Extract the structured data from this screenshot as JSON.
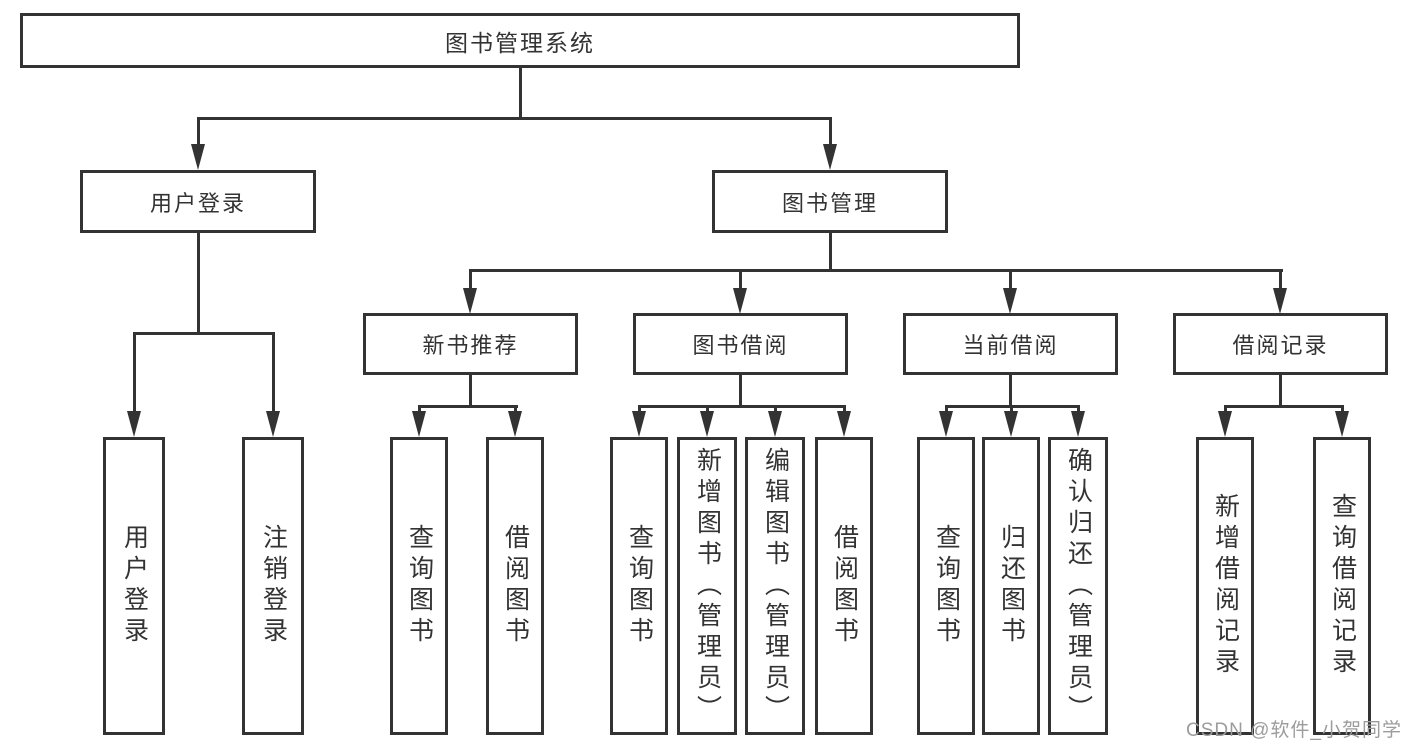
{
  "colors": {
    "ink": "#333333",
    "background": "#ffffff",
    "watermark": "#9c9c9c"
  },
  "watermark": {
    "text": "CSDN @软件_小贺同学"
  },
  "tree": {
    "root": "图书管理系统",
    "branches": [
      {
        "label": "用户登录",
        "children": [
          "用户登录",
          "注销登录"
        ]
      },
      {
        "label": "图书管理",
        "groups": [
          {
            "label": "新书推荐",
            "children": [
              "查询图书",
              "借阅图书"
            ]
          },
          {
            "label": "图书借阅",
            "children": [
              "查询图书",
              "新增图书（管理员）",
              "编辑图书（管理员）",
              "借阅图书"
            ]
          },
          {
            "label": "当前借阅",
            "children": [
              "查询图书",
              "归还图书",
              "确认归还（管理员）"
            ]
          },
          {
            "label": "借阅记录",
            "children": [
              "新增借阅记录",
              "查询借阅记录"
            ]
          }
        ]
      }
    ]
  }
}
